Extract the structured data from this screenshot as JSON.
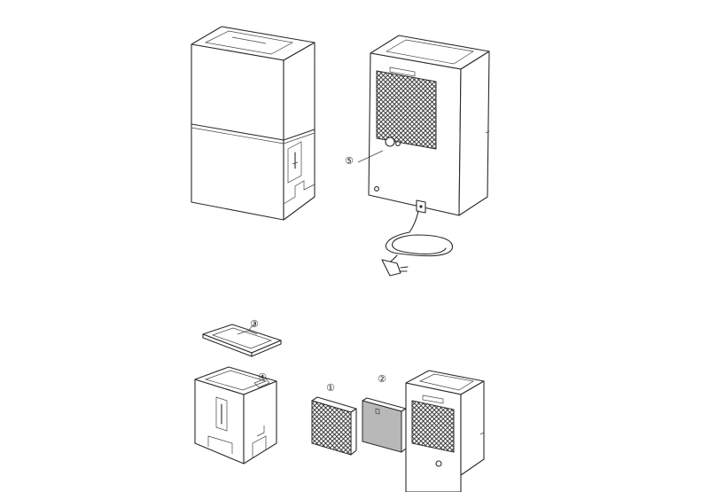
{
  "figure": {
    "callouts": [
      {
        "id": "1",
        "label": "①"
      },
      {
        "id": "2",
        "label": "②"
      },
      {
        "id": "3",
        "label": "③"
      },
      {
        "id": "4",
        "label": "④"
      },
      {
        "id": "5",
        "label": "⑤"
      }
    ]
  }
}
